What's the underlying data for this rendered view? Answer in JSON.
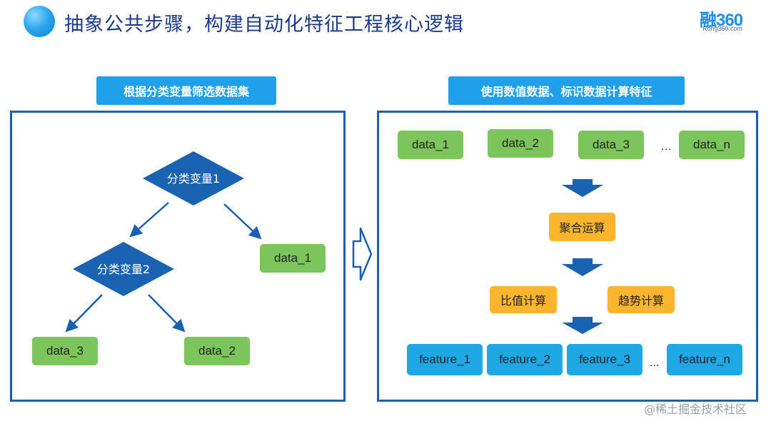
{
  "header": {
    "title": "抽象公共步骤，构建自动化特征工程核心逻辑",
    "logo_main": "融360",
    "logo_sub": "Rong360.com"
  },
  "left_panel": {
    "header": "根据分类变量筛选数据集",
    "decisions": [
      "分类变量1",
      "分类变量2"
    ],
    "leaves": [
      "data_1",
      "data_3",
      "data_2"
    ]
  },
  "right_panel": {
    "header": "使用数值数据、标识数据计算特征",
    "inputs": [
      "data_1",
      "data_2",
      "data_3",
      "data_n"
    ],
    "ellipsis": "…",
    "aggregate": "聚合运算",
    "ratio": "比值计算",
    "trend": "趋势计算",
    "features": [
      "feature_1",
      "feature_2",
      "feature_3",
      "feature_n"
    ],
    "features_ellipsis": "..."
  },
  "watermark": "@稀土掘金技术社区",
  "colors": {
    "accent": "#1fa0e8",
    "panel_border": "#1a5fb4",
    "decision": "#1a63b3",
    "green_node": "#7cc55a",
    "orange_node": "#fbb52c",
    "blue_node": "#1ea8e6",
    "title": "#1d3a8a"
  }
}
